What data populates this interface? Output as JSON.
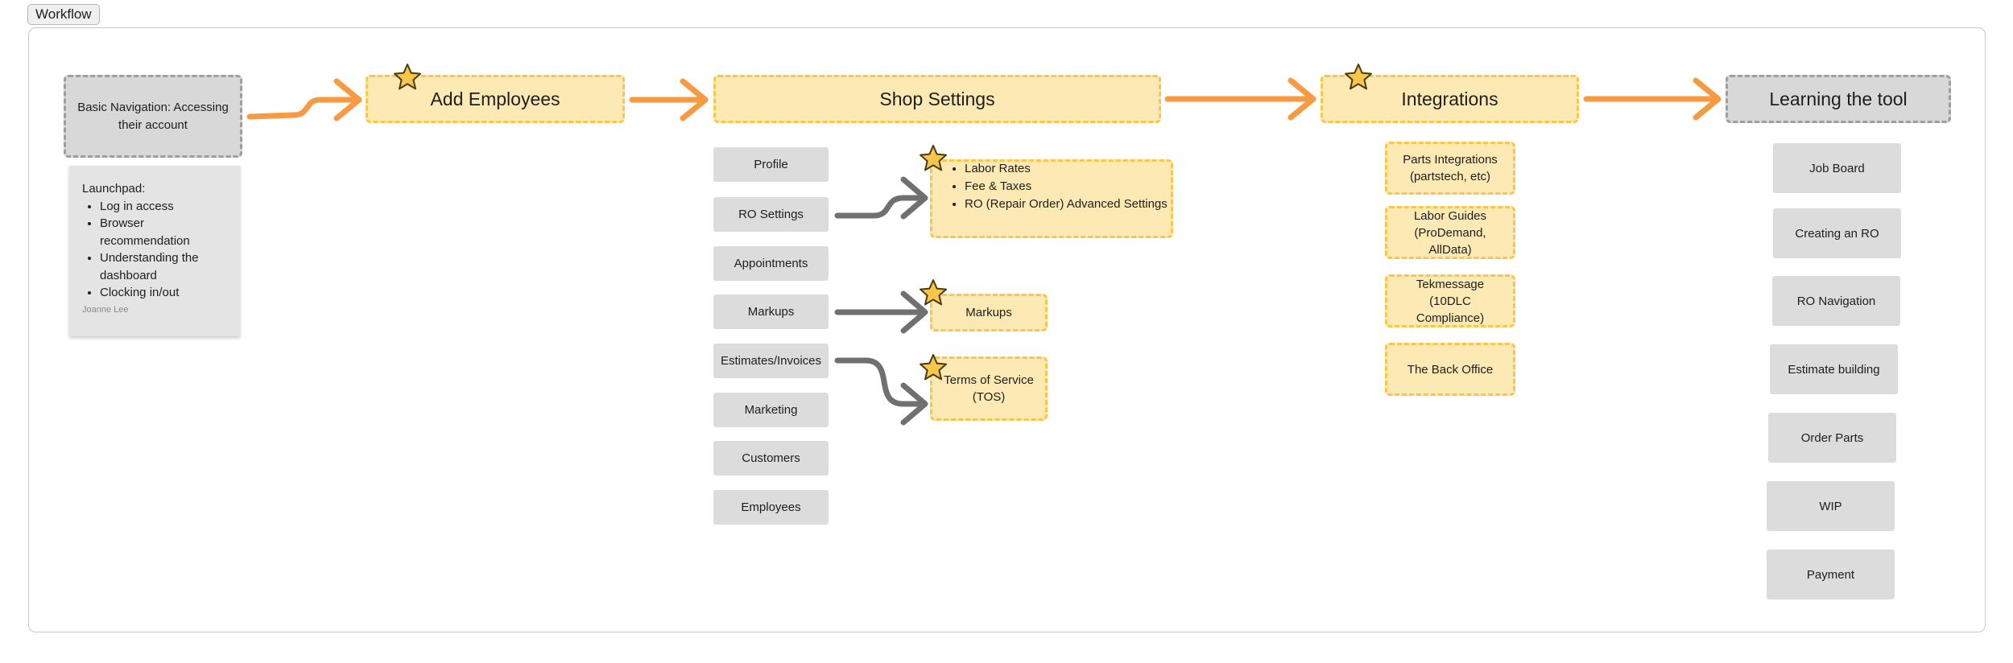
{
  "frame": {
    "title": "Workflow"
  },
  "stages": {
    "basic_navigation": "Basic Navigation: Accessing their account",
    "add_employees": "Add Employees",
    "shop_settings": "Shop Settings",
    "integrations": "Integrations",
    "learning": "Learning the tool"
  },
  "sticky": {
    "heading": "Launchpad:",
    "items": [
      "Log in access",
      "Browser recommendation",
      "Understanding the dashboard",
      "Clocking in/out"
    ],
    "author": "Joanne Lee"
  },
  "shop_settings_items": [
    "Profile",
    "RO Settings",
    "Appointments",
    "Markups",
    "Estimates/Invoices",
    "Marketing",
    "Customers",
    "Employees"
  ],
  "ro_settings_details": [
    "Labor Rates",
    "Fee & Taxes",
    "RO (Repair Order) Advanced Settings"
  ],
  "markups_detail": "Markups",
  "tos_detail": "Terms of Service (TOS)",
  "integration_items": [
    "Parts Integrations (partstech, etc)",
    "Labor Guides (ProDemand, AllData)",
    "Tekmessage (10DLC Compliance)",
    "The Back Office"
  ],
  "learning_items": [
    "Job Board",
    "Creating an RO",
    "RO Navigation",
    "Estimate building",
    "Order Parts",
    "WIP",
    "Payment"
  ],
  "colors": {
    "stage_fill": "#fde9b4",
    "stage_border": "#f7c64a",
    "gray_fill": "#d8d8d8",
    "orange_arrow": "#f79a42",
    "gray_arrow": "#707070",
    "star": "#f7c64a"
  },
  "icons": {
    "star": "star-icon"
  }
}
